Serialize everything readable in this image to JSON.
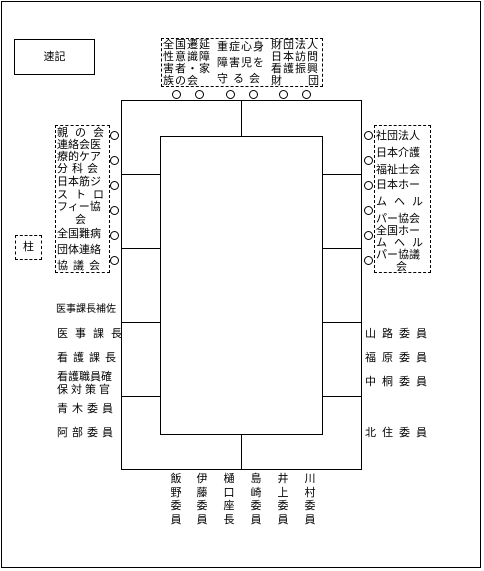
{
  "sokki": {
    "label": "速記"
  },
  "pillar": {
    "label": "柱"
  },
  "top_groups": [
    {
      "lines": [
        "全国遷延",
        "性意識障",
        "害者・家",
        "族の会"
      ]
    },
    {
      "lines": [
        "重症心身",
        "障害児を",
        "守る会"
      ]
    },
    {
      "lines": [
        "財団法人",
        "日本訪問",
        "看護振興",
        "財団"
      ]
    }
  ],
  "left_groups": [
    {
      "lines": [
        "親の会",
        "連絡会医",
        "療的ケア",
        "分科会"
      ]
    },
    {
      "lines": [
        "日本筋ジ",
        "ストロ",
        "フィー協",
        "会"
      ]
    },
    {
      "lines": [
        "全国難病",
        "団体連絡",
        "協議会"
      ]
    }
  ],
  "right_groups": [
    {
      "lines": [
        "社団法人",
        "日本介護",
        "福祉士会"
      ]
    },
    {
      "lines": [
        "日本ホー",
        "ムヘル",
        "パー協会"
      ]
    },
    {
      "lines": [
        "全国ホー",
        "ムヘル",
        "パー協議",
        "会"
      ]
    }
  ],
  "left_staff": [
    {
      "label": "医事課長補佐"
    },
    {
      "label": "医事課長"
    },
    {
      "label": "看護課長"
    },
    {
      "label": "看護職員確"
    },
    {
      "label": "保対策官"
    },
    {
      "label": "青木委員"
    },
    {
      "label": "阿部委員"
    }
  ],
  "right_members": [
    {
      "label": "山路委員"
    },
    {
      "label": "福原委員"
    },
    {
      "label": "中桐委員"
    },
    {
      "label": "北住委員"
    }
  ],
  "bottom_members": [
    {
      "chars": [
        "飯",
        "野",
        "委",
        "員"
      ]
    },
    {
      "chars": [
        "伊",
        "藤",
        "委",
        "員"
      ]
    },
    {
      "chars": [
        "樋",
        "口",
        "座",
        "長"
      ]
    },
    {
      "chars": [
        "島",
        "崎",
        "委",
        "員"
      ]
    },
    {
      "chars": [
        "井",
        "上",
        "委",
        "員"
      ]
    },
    {
      "chars": [
        "川",
        "村",
        "委",
        "員"
      ]
    }
  ]
}
